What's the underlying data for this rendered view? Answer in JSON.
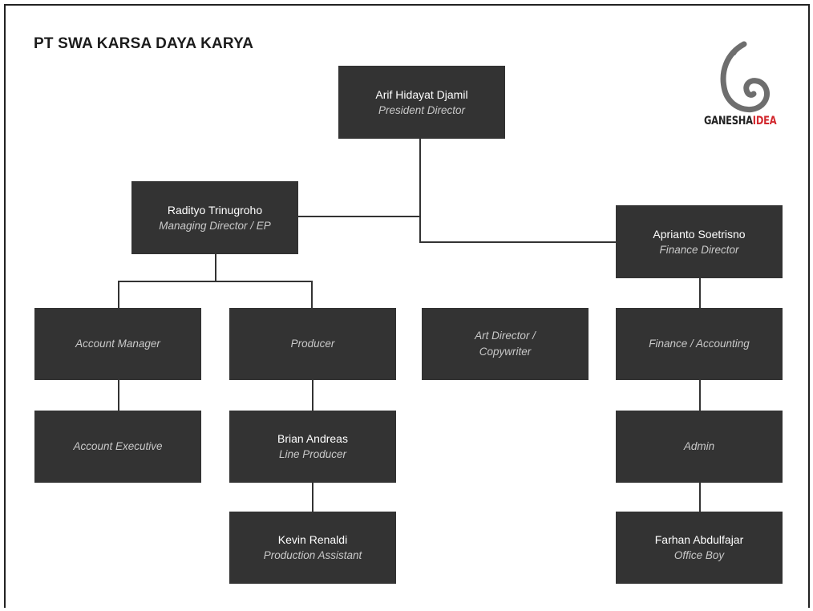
{
  "header": {
    "title": "PT SWA KARSA DAYA KARYA"
  },
  "logo": {
    "word1": "GANESHA",
    "word2": "IDEA",
    "icon": "swirl-logo-icon",
    "accent_color": "#d2282e"
  },
  "colors": {
    "box": "#333333",
    "line": "#333333",
    "role_text": "#c9c9c9"
  },
  "nodes": {
    "president": {
      "name": "Arif Hidayat Djamil",
      "role": "President Director"
    },
    "managing": {
      "name": "Radityo Trinugroho",
      "role": "Managing Director / EP"
    },
    "finance_director": {
      "name": "Aprianto Soetrisno",
      "role": "Finance Director"
    },
    "account_manager": {
      "role": "Account Manager"
    },
    "producer": {
      "role": "Producer"
    },
    "art_director": {
      "role": "Art Director / Copywriter"
    },
    "finance_accounting": {
      "role": "Finance / Accounting"
    },
    "account_executive": {
      "role": "Account Executive"
    },
    "line_producer": {
      "name": "Brian Andreas",
      "role": "Line Producer"
    },
    "admin": {
      "role": "Admin"
    },
    "production_assistant": {
      "name": "Kevin Renaldi",
      "role": "Production Assistant"
    },
    "office_boy": {
      "name": "Farhan Abdulfajar",
      "role": "Office Boy"
    }
  }
}
